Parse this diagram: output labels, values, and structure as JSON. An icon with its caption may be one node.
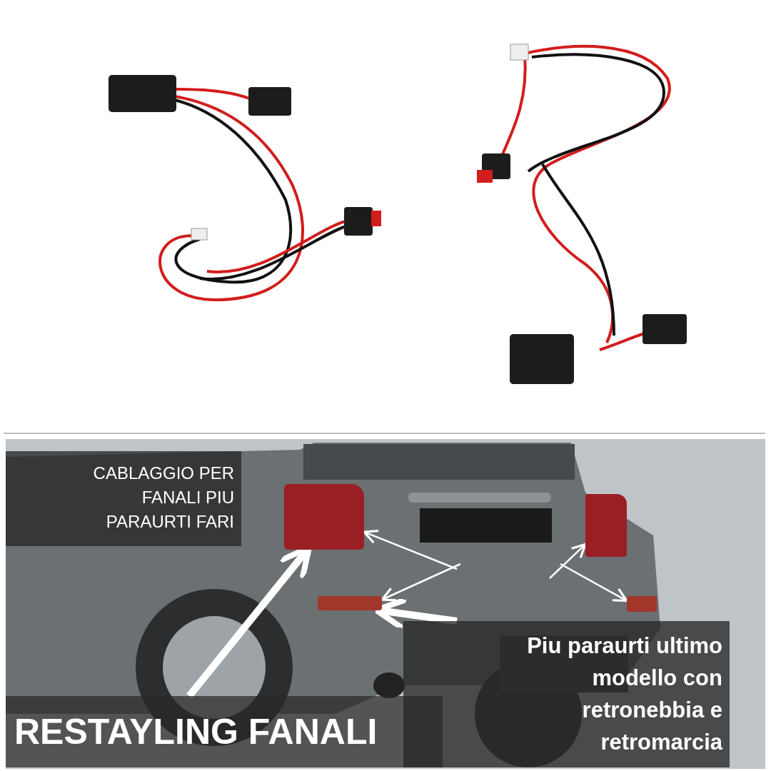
{
  "diagram": {
    "nodes": [
      {
        "text": [
          "CABLAGGIO PER FANALI PIU PARAURTI FARI"
        ]
      },
      {
        "text": [
          "Piu paraurti ultimo modello con retronebbia e retromarcia"
        ]
      },
      {
        "text": [
          "RESTAYLING FANALI"
        ]
      },
      {
        "text": [],
        "shape": "box"
      },
      {
        "text": [],
        "shape": "box"
      },
      {
        "text": [],
        "shape": "box"
      },
      {
        "text": [],
        "shape": "box"
      }
    ],
    "edges": [
      {
        "from": 2,
        "to": 3,
        "arrow": "to",
        "style": "thick"
      },
      {
        "from": 1,
        "to": 4,
        "arrow": "to",
        "style": "thick"
      },
      {
        "from": null,
        "to": 3,
        "arrow": "to"
      },
      {
        "from": null,
        "to": 4,
        "arrow": "to"
      },
      {
        "from": null,
        "to": 5,
        "arrow": "to"
      },
      {
        "from": null,
        "to": 6,
        "arrow": "to"
      }
    ]
  }
}
